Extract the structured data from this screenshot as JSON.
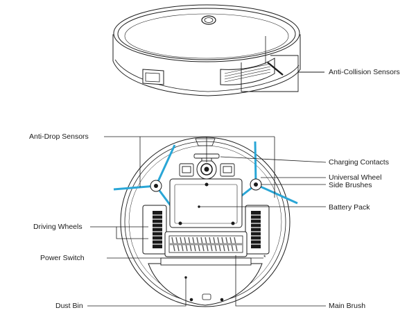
{
  "labels": {
    "anti_collision": "Anti-Collision Sensors",
    "anti_drop": "Anti-Drop Sensors",
    "charging": "Charging Contacts",
    "universal_wheel": "Universal Wheel",
    "side_brushes": "Side Brushes",
    "battery": "Battery Pack",
    "driving_wheels": "Driving Wheels",
    "power_switch": "Power Switch",
    "dust_bin": "Dust Bin",
    "main_brush": "Main Brush"
  },
  "colors": {
    "line": "#1a1a1a",
    "brush": "#29a6d6",
    "background": "#ffffff"
  }
}
